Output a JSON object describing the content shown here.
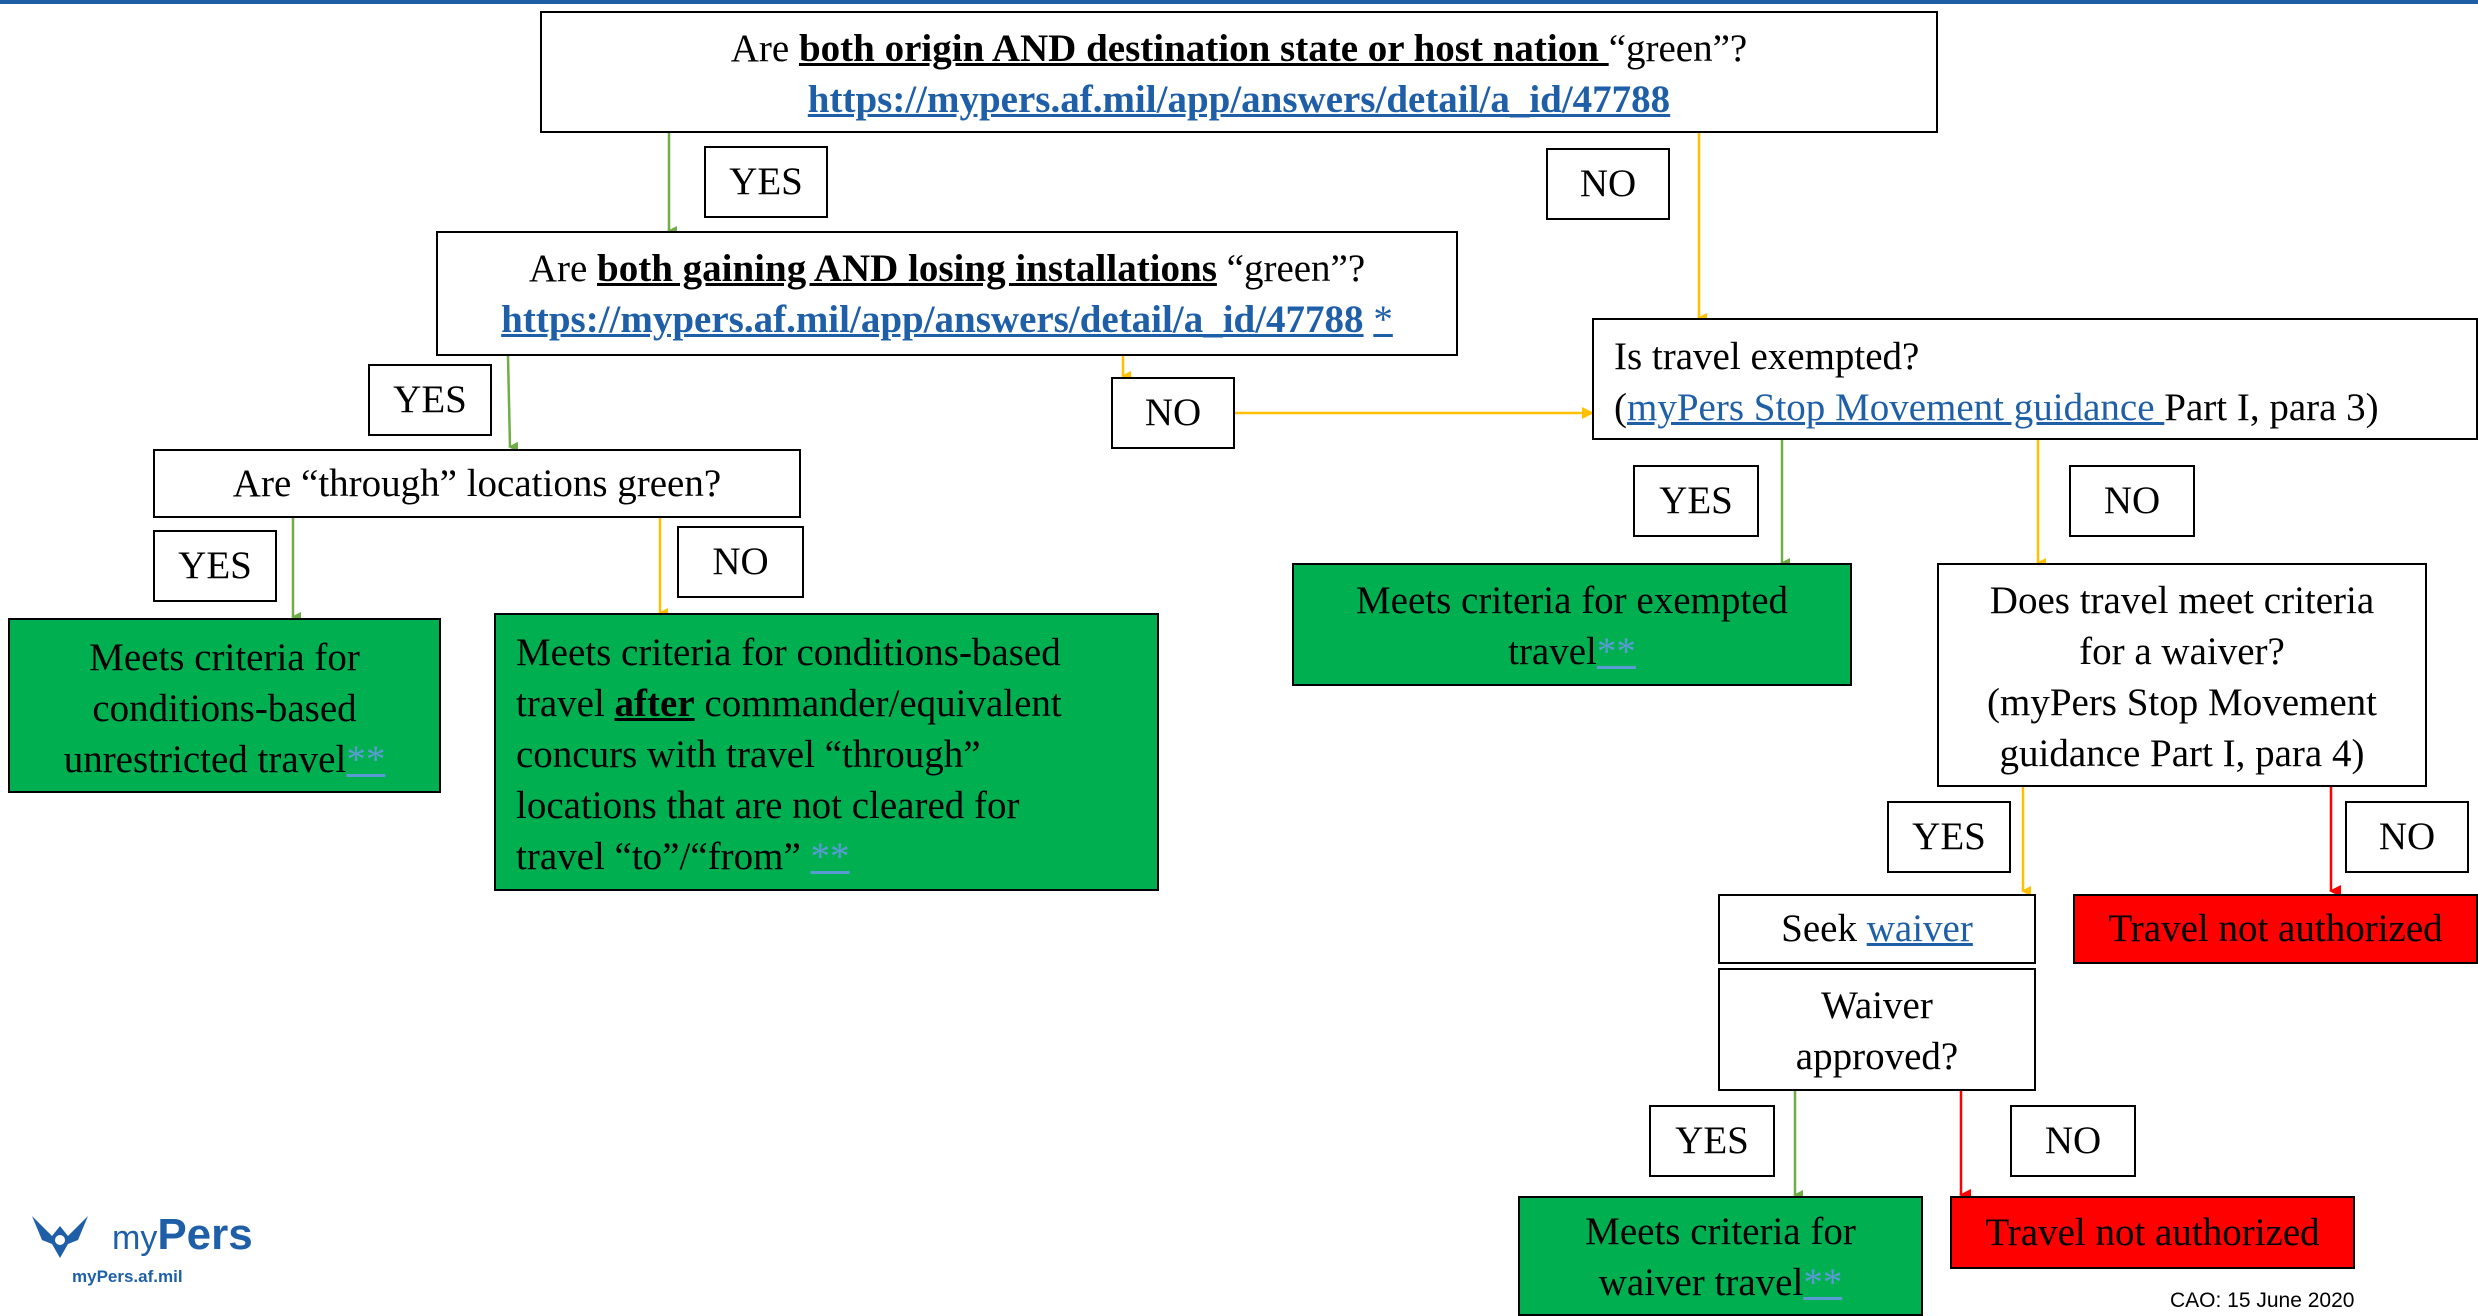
{
  "q1": {
    "pre": "Are ",
    "bold": "both origin AND destination state or host nation ",
    "post": "“green”?",
    "link": "https://mypers.af.mil/app/answers/detail/a_id/47788"
  },
  "q2": {
    "pre": "Are ",
    "bold": "both gaining AND losing installations",
    "post": " “green”?",
    "link": "https://mypers.af.mil/app/answers/detail/a_id/47788",
    "star": "*"
  },
  "q3": {
    "text": "Are “through” locations green?"
  },
  "q4": {
    "line1": "Is travel exempted?",
    "open": "(",
    "link": "myPers Stop Movement guidance ",
    "rest": "Part I, para 3)"
  },
  "q5": {
    "lines": [
      "Does travel meet criteria",
      "for a waiver?",
      "(myPers Stop Movement",
      "guidance Part I, para 4)"
    ]
  },
  "seek": {
    "pre": "Seek ",
    "link": "waiver"
  },
  "approved": {
    "lines": [
      "Waiver",
      "approved?"
    ]
  },
  "out_unrestricted": {
    "lines": [
      "Meets criteria for",
      "conditions-based"
    ],
    "last": "unrestricted travel",
    "stars": "**"
  },
  "out_conditions": {
    "line1": "Meets criteria for conditions-based",
    "pre2": "travel ",
    "bold2": "after",
    "post2": " commander/equivalent",
    "line3": "concurs with travel “through”",
    "line4": "locations that are not cleared for",
    "line5": "travel “to”/“from” ",
    "stars": "**"
  },
  "out_exempted": {
    "line1": "Meets criteria for exempted",
    "line2": "travel",
    "stars": "**"
  },
  "out_waiver": {
    "line1": "Meets criteria for",
    "line2": "waiver travel",
    "stars": "**"
  },
  "not_auth_1": "Travel not authorized",
  "not_auth_2": "Travel not authorized",
  "labels": {
    "yes": "YES",
    "no": "NO"
  },
  "logo": {
    "my": "my",
    "pers": "Pers",
    "url": "myPers.af.mil"
  },
  "footer": "CAO: 15 June 2020",
  "colors": {
    "yes_arrow": "#70ad47",
    "no_arrow": "#ffc000",
    "deny_arrow": "#ff0000",
    "green_box": "#00b050",
    "red_box": "#ff0000",
    "link": "#1f5fa8"
  }
}
